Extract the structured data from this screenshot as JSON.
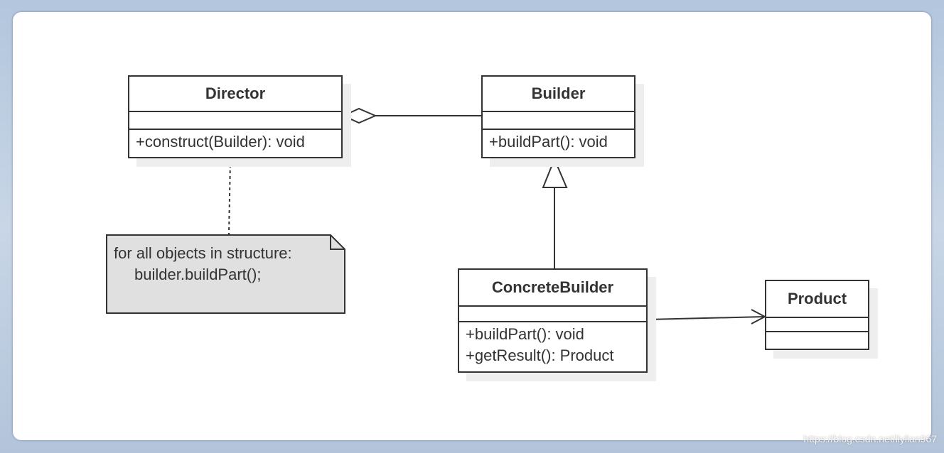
{
  "classes": {
    "director": {
      "name": "Director",
      "operations": [
        "+construct(Builder): void"
      ]
    },
    "builder": {
      "name": "Builder",
      "operations": [
        "+buildPart(): void"
      ]
    },
    "concrete_builder": {
      "name": "ConcreteBuilder",
      "operations": [
        "+buildPart(): void",
        "+getResult(): Product"
      ]
    },
    "product": {
      "name": "Product",
      "operations": []
    }
  },
  "note": {
    "lines": [
      "for all objects in structure:",
      "builder.buildPart();"
    ]
  },
  "relationships": [
    {
      "type": "aggregation",
      "from": "Director",
      "to": "Builder"
    },
    {
      "type": "generalization",
      "from": "ConcreteBuilder",
      "to": "Builder"
    },
    {
      "type": "association",
      "from": "ConcreteBuilder",
      "to": "Product"
    },
    {
      "type": "note-anchor",
      "from": "note",
      "to": "Director"
    }
  ],
  "colors": {
    "line": "#333333",
    "note_fill": "#e0e0e0",
    "card_background": "#ffffff",
    "frame_background": "#c8d6e6"
  },
  "watermark": "https://blog.csdn.net/liylian967"
}
